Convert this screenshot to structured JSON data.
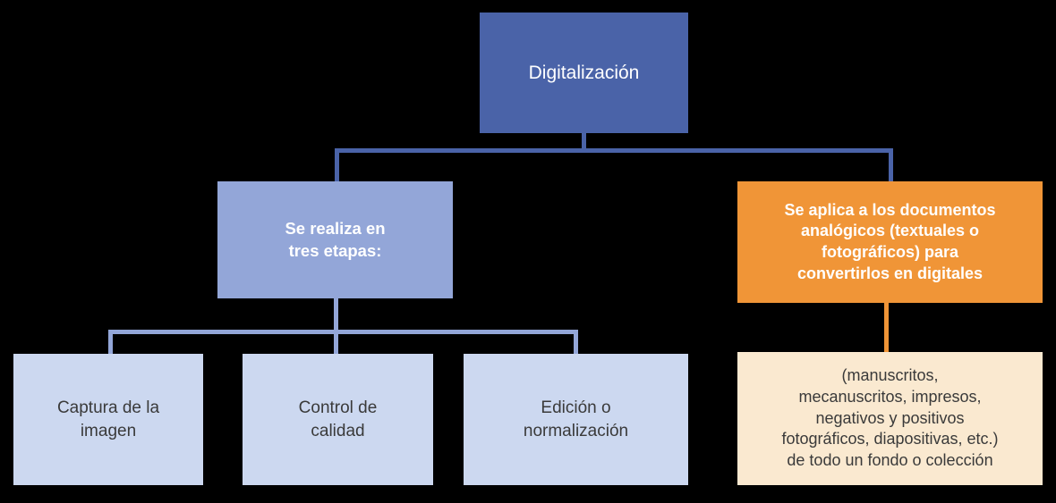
{
  "diagram": {
    "title": "Digitalización",
    "background_color": "#000000",
    "palette": {
      "root_blue": "#4A63A8",
      "mid_blue": "#93A6D8",
      "light_blue": "#CCD8F0",
      "orange": "#F09537",
      "cream": "#FAE9D0",
      "white_text": "#FFFFFF",
      "dark_text": "#3A3A3A"
    },
    "nodes": {
      "root": {
        "label": "Digitalización",
        "level": 1,
        "fill": "#4A63A8",
        "text_color": "#FFFFFF"
      },
      "etapas": {
        "label": "Se realiza en\ntres etapas:",
        "level": 2,
        "fill": "#93A6D8",
        "text_color": "#FFFFFF"
      },
      "aplica": {
        "label": "Se aplica a los documentos\nanalógicos (textuales o\nfotográficos) para\nconvertirlos en digitales",
        "level": 2,
        "fill": "#F09537",
        "text_color": "#FFFFFF"
      },
      "captura": {
        "label": "Captura de la\nimagen",
        "level": 3,
        "fill": "#CCD8F0",
        "text_color": "#3A3A3A"
      },
      "control": {
        "label": "Control de\ncalidad",
        "level": 3,
        "fill": "#CCD8F0",
        "text_color": "#3A3A3A"
      },
      "edicion": {
        "label": "Edición o\nnormalización",
        "level": 3,
        "fill": "#CCD8F0",
        "text_color": "#3A3A3A"
      },
      "manuscritos": {
        "label": "(manuscritos,\nmecanuscritos, impresos,\nnegativos y positivos\nfotográficos, diapositivas, etc.)\nde todo un fondo o colección",
        "level": 3,
        "fill": "#FAE9D0",
        "text_color": "#3A3A3A"
      }
    },
    "edges": [
      {
        "from": "root",
        "to": "etapas",
        "color": "#4A63A8"
      },
      {
        "from": "root",
        "to": "aplica",
        "color": "#4A63A8"
      },
      {
        "from": "etapas",
        "to": "captura",
        "color": "#93A6D8"
      },
      {
        "from": "etapas",
        "to": "control",
        "color": "#93A6D8"
      },
      {
        "from": "etapas",
        "to": "edicion",
        "color": "#93A6D8"
      },
      {
        "from": "aplica",
        "to": "manuscritos",
        "color": "#F09537"
      }
    ]
  }
}
